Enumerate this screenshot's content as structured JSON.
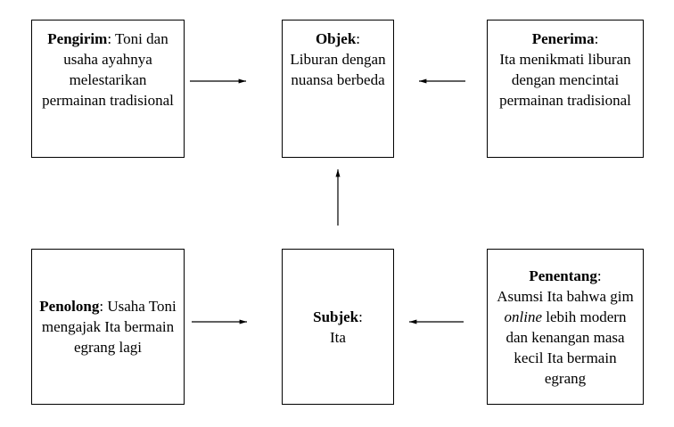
{
  "nodes": {
    "pengirim": {
      "label": "Pengirim",
      "sep": ":",
      "text": " Toni dan usaha ayahnya melestarikan permainan tradisional"
    },
    "objek": {
      "label": "Objek",
      "sep": ":",
      "text": "Liburan dengan nuansa berbeda"
    },
    "penerima": {
      "label": "Penerima",
      "sep": ":",
      "text": "Ita menikmati liburan dengan mencintai permainan tradisional"
    },
    "penolong": {
      "label": "Penolong",
      "sep": ":",
      "text": " Usaha Toni mengajak Ita bermain egrang lagi"
    },
    "subjek": {
      "label": "Subjek",
      "sep": ":",
      "text": "Ita"
    },
    "penentang": {
      "label": "Penentang",
      "sep": ":",
      "text_before": "Asumsi Ita bahwa gim ",
      "text_italic": "online",
      "text_after": " lebih modern dan kenangan masa kecil Ita bermain egrang"
    }
  }
}
